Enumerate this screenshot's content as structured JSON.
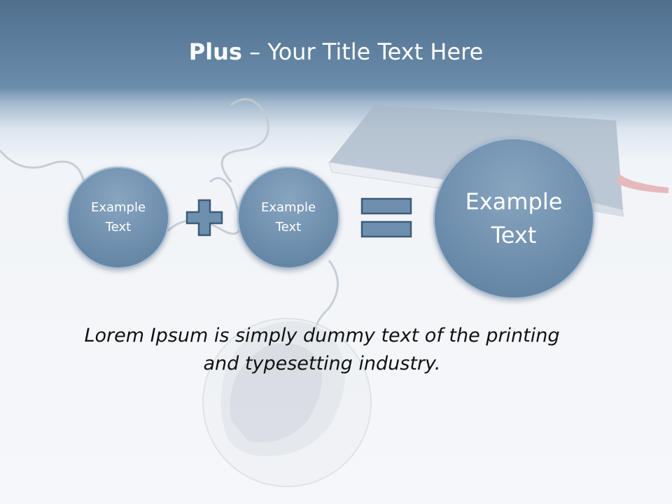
{
  "title": {
    "bold": "Plus",
    "rest": " – Your Title Text Here"
  },
  "equation": {
    "operand1": "Example Text",
    "plus_sign": "plus-icon",
    "operand2": "Example Text",
    "equals_sign": "equals-icon",
    "result": "Example Text"
  },
  "body": {
    "text": "Lorem Ipsum is simply dummy text of the printing and typesetting industry."
  },
  "colors": {
    "header": "#5a7a99",
    "circle": "#6f8fae",
    "operator_fill": "#6f8fae",
    "operator_stroke": "#3d5b79"
  }
}
